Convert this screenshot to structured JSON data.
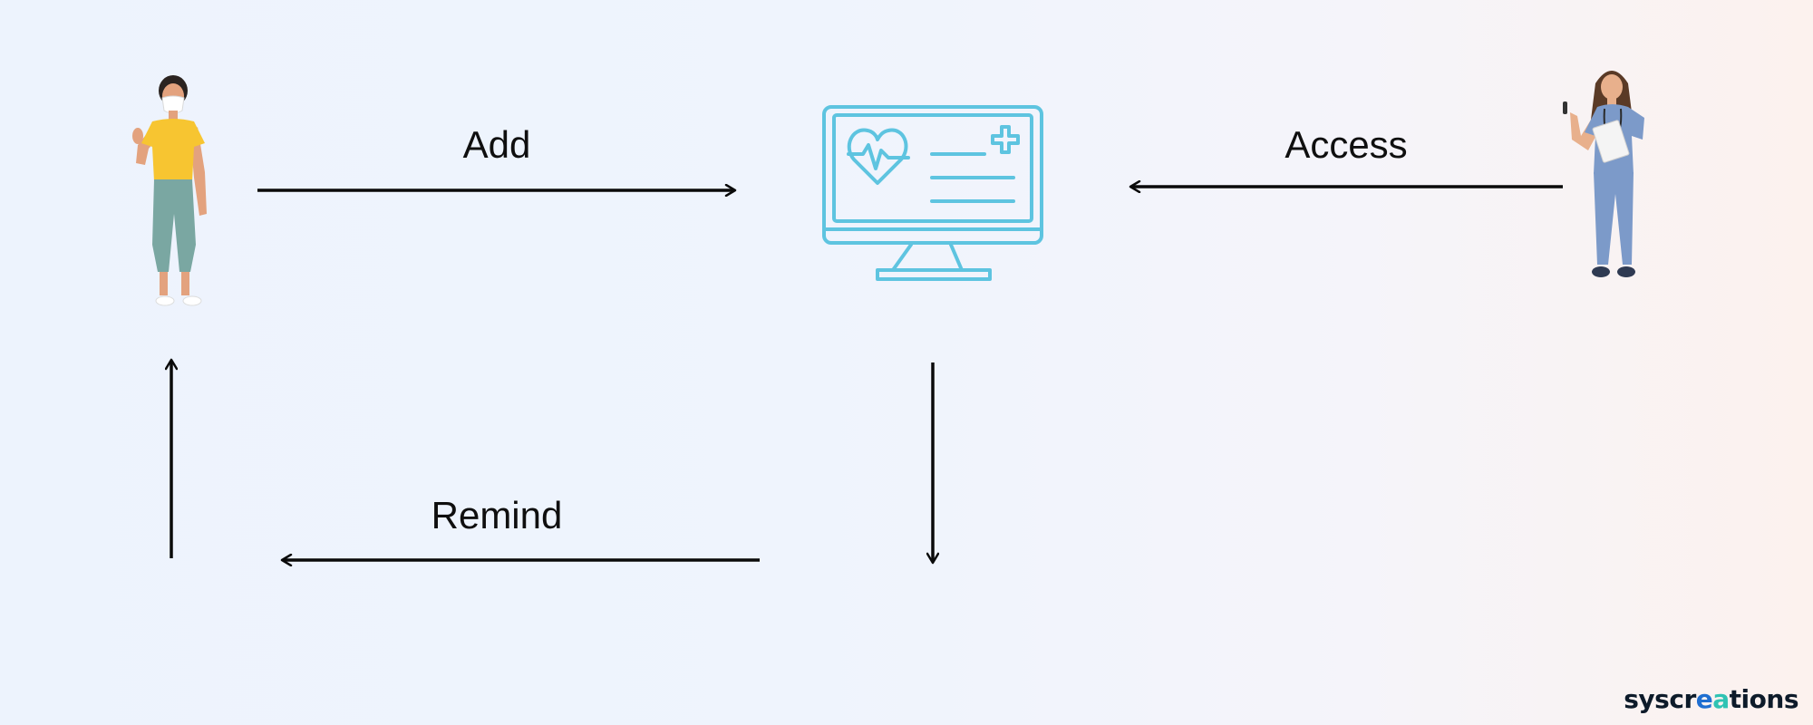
{
  "diagram": {
    "labels": {
      "add": "Add",
      "access": "Access",
      "remind": "Remind"
    }
  },
  "brand": {
    "prefix": "syscr",
    "accent1": "e",
    "accent2": "a",
    "suffix": "tions"
  },
  "colors": {
    "monitor": "#5ec4e0",
    "arrow": "#0a0a0a",
    "patient_shirt": "#f7c531",
    "patient_pants": "#7aa7a2",
    "nurse_scrubs": "#7c9ac9"
  }
}
